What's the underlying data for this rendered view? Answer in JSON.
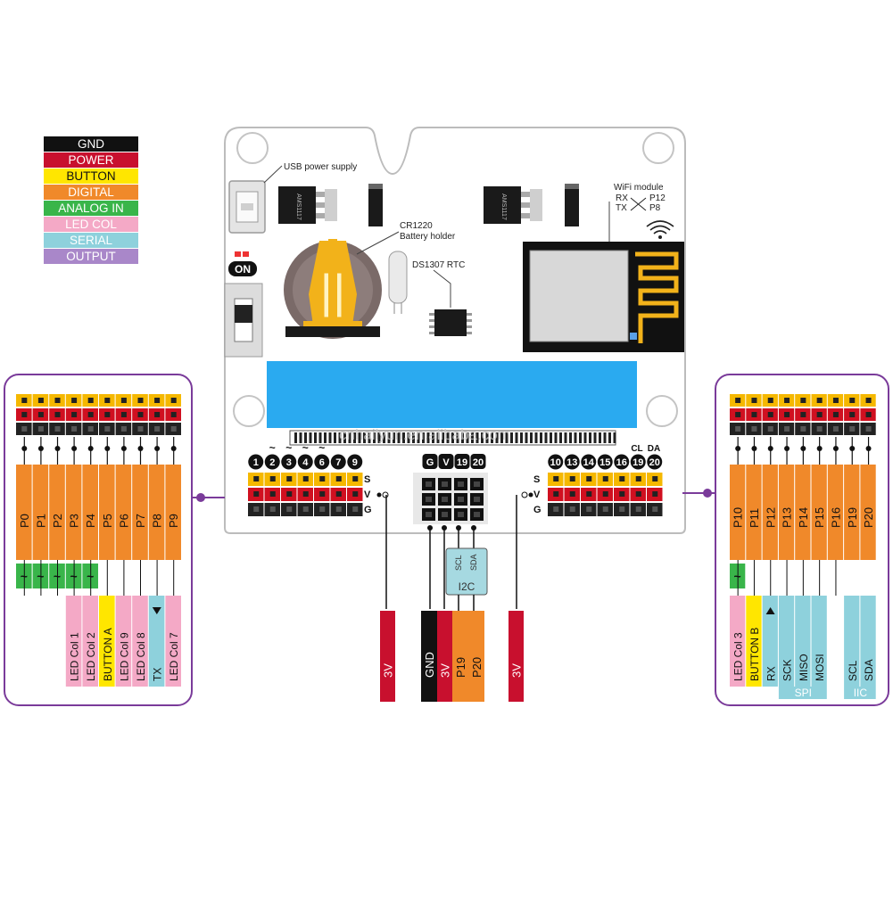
{
  "legend": [
    {
      "label": "GND",
      "color": "#111111",
      "text_color": "#ffffff"
    },
    {
      "label": "POWER",
      "color": "#c8102e",
      "text_color": "#ffffff"
    },
    {
      "label": "BUTTON",
      "color": "#ffe600",
      "text_color": "#111111"
    },
    {
      "label": "DIGITAL",
      "color": "#f0892a",
      "text_color": "#ffffff"
    },
    {
      "label": "ANALOG IN",
      "color": "#39b54a",
      "text_color": "#ffffff"
    },
    {
      "label": "LED COL",
      "color": "#f4a9c6",
      "text_color": "#ffffff"
    },
    {
      "label": "SERIAL",
      "color": "#8ed1dc",
      "text_color": "#ffffff"
    },
    {
      "label": "OUTPUT",
      "color": "#a987c9",
      "text_color": "#ffffff"
    }
  ],
  "board": {
    "usb_label": "USB power supply",
    "regulator_label": "AMS1117",
    "battery_label_line1": "CR1220",
    "battery_label_line2": "Battery holder",
    "rtc_label": "DS1307 RTC",
    "wifi_title": "WiFi module",
    "wifi_rx": "RX",
    "wifi_tx": "TX",
    "wifi_p12": "P12",
    "wifi_p8": "P8",
    "on_label": "ON",
    "watermark": "cnhailyun.en.alibaba.com",
    "row_labels": [
      "S",
      "V",
      "G"
    ],
    "left_header_nums": [
      "1",
      "2",
      "3",
      "4",
      "6",
      "7",
      "9"
    ],
    "left_tilde": "~",
    "middle_header": [
      "G",
      "V",
      "19",
      "20"
    ],
    "right_header_nums": [
      "10",
      "13",
      "14",
      "15",
      "16",
      "19",
      "20"
    ],
    "right_extra_labels": [
      "CL",
      "DA"
    ],
    "i2c_label": "I2C",
    "i2c_scl": "SCL",
    "i2c_sda": "SDA"
  },
  "left_panel": {
    "pins": [
      "P0",
      "P1",
      "P2",
      "P3",
      "P4",
      "P5",
      "P6",
      "P7",
      "P8",
      "P9"
    ],
    "analog_marker": "~",
    "functions": [
      "LED Col 1",
      "LED Col 2",
      "BUTTON A",
      "LED Col 9",
      "LED Col 8",
      "TX",
      "LED Col 7"
    ]
  },
  "right_panel": {
    "pins": [
      "P10",
      "P11",
      "P12",
      "P13",
      "P14",
      "P15",
      "P16",
      "P19",
      "P20"
    ],
    "analog_marker": "~",
    "functions": [
      "LED Col 3",
      "BUTTON B",
      "RX",
      "SCK",
      "MISO",
      "MOSI",
      "SCL",
      "SDA"
    ],
    "group_spi": "SPI",
    "group_iic": "IIC"
  },
  "bottom_tags": {
    "left_3v": "3V",
    "gnd": "GND",
    "mid_3v": "3V",
    "p19": "P19",
    "p20": "P20",
    "right_3v": "3V"
  }
}
